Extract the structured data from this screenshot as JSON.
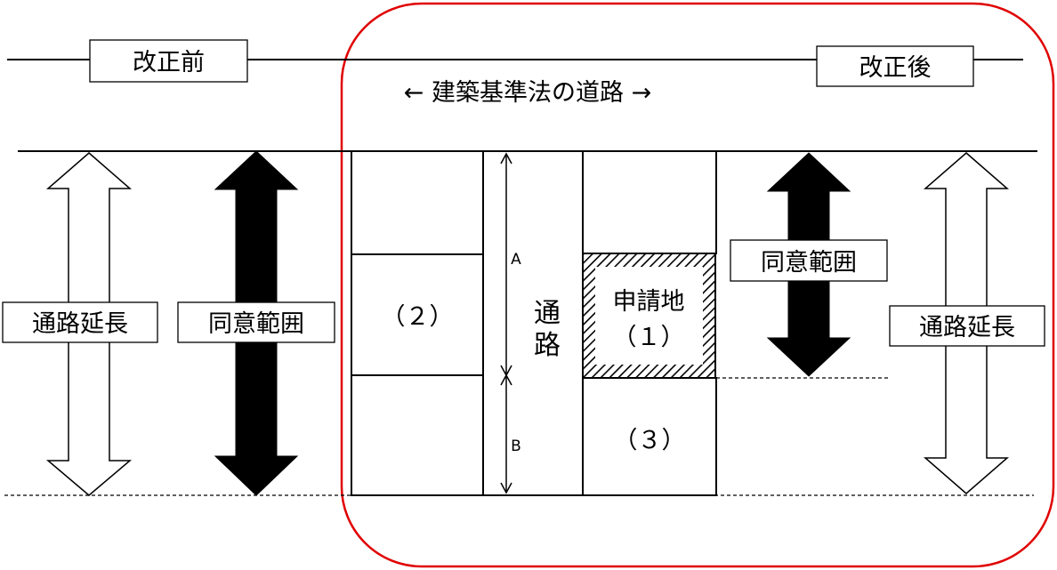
{
  "before_label": "改正前",
  "after_label": "改正後",
  "road_law_label": "← 建築基準法の道路 →",
  "left": {
    "road_length_label": "通路延長",
    "consent_range_label": "同意範囲"
  },
  "right": {
    "road_length_label": "通路延長",
    "consent_range_label": "同意範囲"
  },
  "lots": {
    "lot2_label": "（２）",
    "lot3_label": "（３）",
    "application_site_label": "申請地",
    "application_site_number": "（１）"
  },
  "passage": {
    "char1": "通",
    "char2": "路",
    "segment_a": "A",
    "segment_b": "B"
  },
  "colors": {
    "frame_red": "#e00000",
    "line": "#000000",
    "background": "#ffffff"
  }
}
